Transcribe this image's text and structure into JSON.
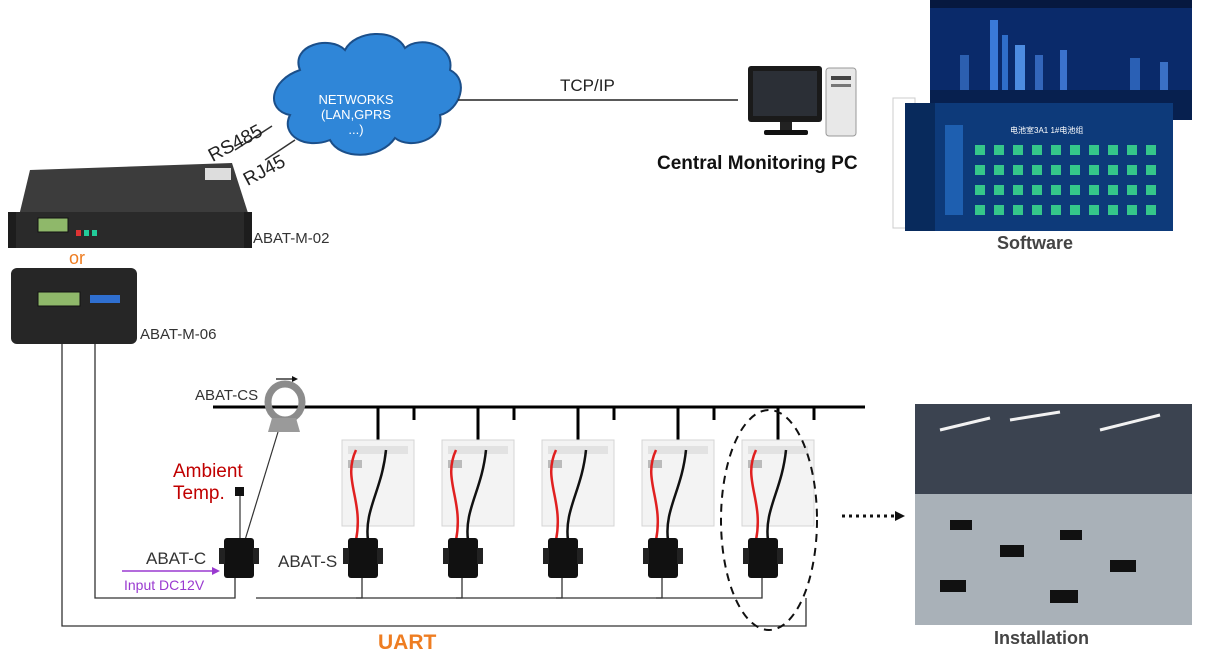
{
  "network": {
    "cloud_label": "NETWORKS\n(LAN,GPRS\n...)",
    "link_labels": [
      "RS485",
      "RJ45"
    ],
    "tcp_label": "TCP/IP"
  },
  "pc": {
    "label": "Central Monitoring PC"
  },
  "software": {
    "label": "Software",
    "screen_title": "电池室3A1 1#电池组"
  },
  "devices": {
    "m02": "ABAT-M-02",
    "or": "or",
    "m06": "ABAT-M-06",
    "cs": "ABAT-CS",
    "c": "ABAT-C",
    "s": "ABAT-S",
    "input": "Input DC12V",
    "ambient": "Ambient\nTemp."
  },
  "bus": {
    "label": "UART"
  },
  "installation": {
    "label": "Installation"
  },
  "colors": {
    "orange": "#ee7d22",
    "red": "#c00000",
    "violet": "#9a3ad0",
    "cloud": "#2f86d8",
    "battery_red_lead": "#e02020"
  },
  "battery_count": 5,
  "sensor_count": 5
}
